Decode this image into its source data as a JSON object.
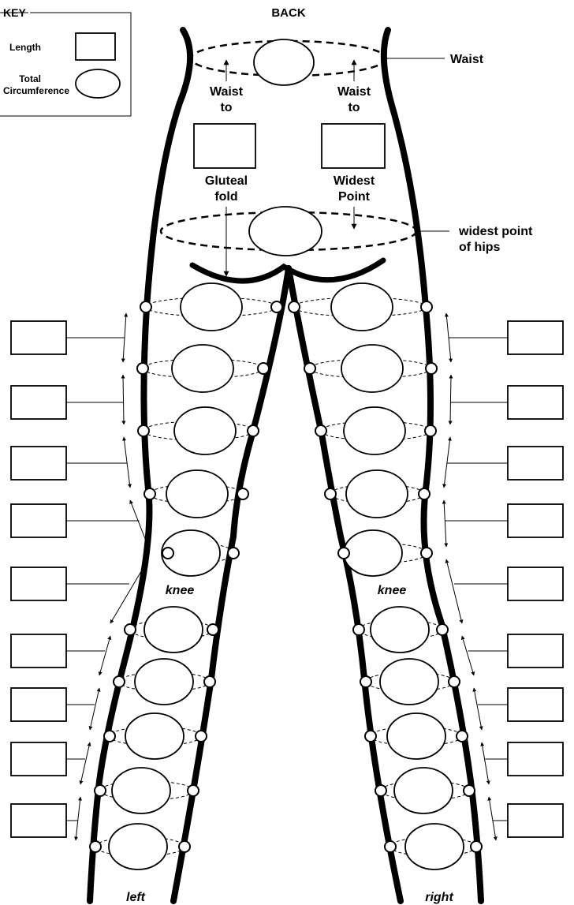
{
  "title": "BACK",
  "key": {
    "heading": "KEY",
    "length_label": "Length",
    "circumference_label_1": "Total",
    "circumference_label_2": "Circumference"
  },
  "labels": {
    "waist": "Waist",
    "widest_hips_1": "widest point",
    "widest_hips_2": "of hips",
    "waist_to_gluteal": [
      "Waist",
      "to",
      "Gluteal",
      "fold"
    ],
    "waist_to_widest": [
      "Waist",
      "to",
      "Widest",
      "Point"
    ],
    "knee_left": "knee",
    "knee_right": "knee",
    "left": "left",
    "right": "right"
  },
  "colors": {
    "ink": "#000000",
    "paper": "#ffffff"
  }
}
